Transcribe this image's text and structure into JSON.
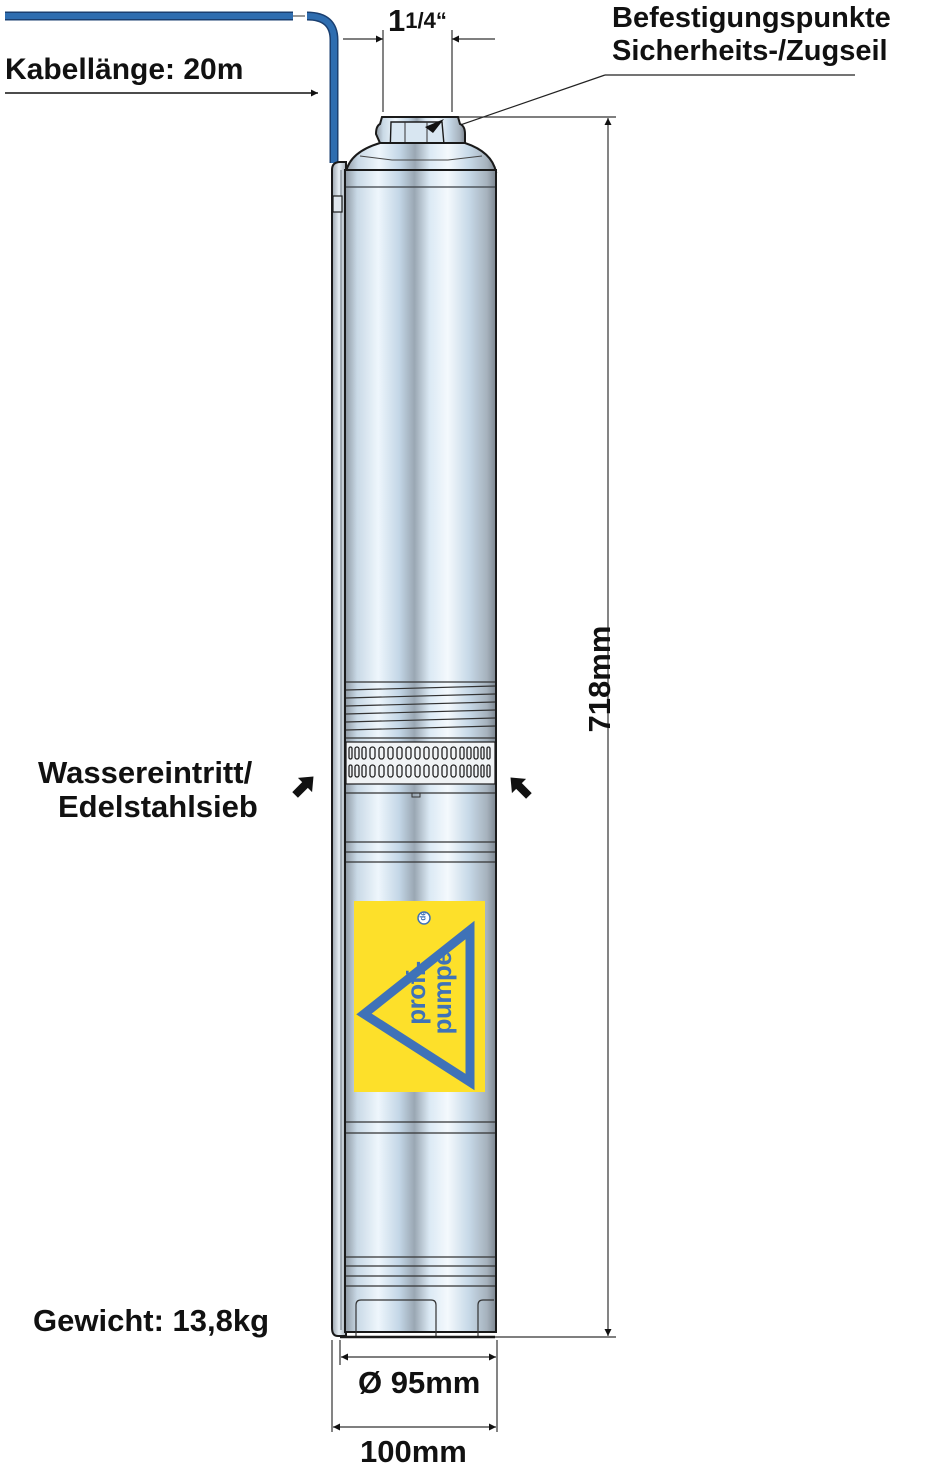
{
  "diagram": {
    "subject": "Submersible deep well pump technical drawing",
    "labels": {
      "cable_length": "Kabellänge: 20m",
      "outlet_size_whole": "1",
      "outlet_size_fraction": "1/4“",
      "attachment_line1": "Befestigungspunkte",
      "attachment_line2": "Sicherheits-/Zugseil",
      "height": "718mm",
      "intake_line1": "Wassereintritt/",
      "intake_line2": "Edelstahlsieb",
      "weight": "Gewicht: 13,8kg",
      "diameter_pump": "Ø 95mm",
      "diameter_total": "100mm"
    },
    "logo": {
      "line1": "profi-",
      "line2": "pumpe",
      "badge": "de"
    },
    "colors": {
      "cable": "#2e6db0",
      "cable_outline": "#1a3f70",
      "logo_bg": "#fde02a",
      "logo_fg": "#3f72b8",
      "pump_light": "#e4f1fb",
      "pump_mid": "#c5d7e6",
      "pump_dark": "#8d98a3",
      "outline": "#1a1a1a",
      "dimension_line": "#333333"
    }
  }
}
